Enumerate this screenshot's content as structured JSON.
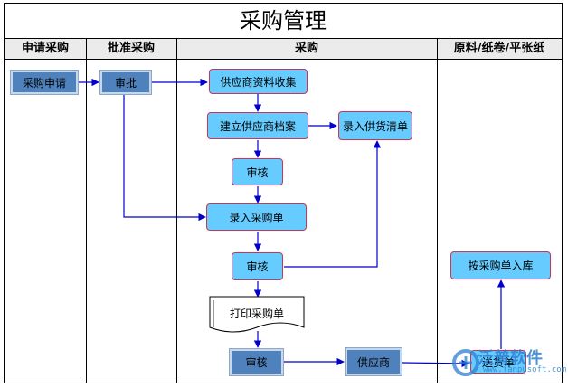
{
  "title": "采购管理",
  "columns": [
    "申请采购",
    "批准采购",
    "采购",
    "原料/纸卷/平张纸"
  ],
  "nodes": {
    "apply": "采购申请",
    "approve": "审批",
    "collect": "供应商资料收集",
    "archive": "建立供应商档案",
    "enter_list": "录入供货清单",
    "review1": "审核",
    "enter_po": "录入采购单",
    "review2": "审核",
    "print_po": "打印采购单",
    "review3": "审核",
    "supplier": "供应商",
    "deliver": "送货单",
    "stock_in": "按采购单入库"
  },
  "watermark": {
    "name": "泛普软件",
    "url": "www.fanpusoft.com"
  },
  "colors": {
    "dark_box": "#4f81bd",
    "light_box": "#66ccff",
    "box_border": "#cc3355",
    "arrow": "#0000cc"
  }
}
